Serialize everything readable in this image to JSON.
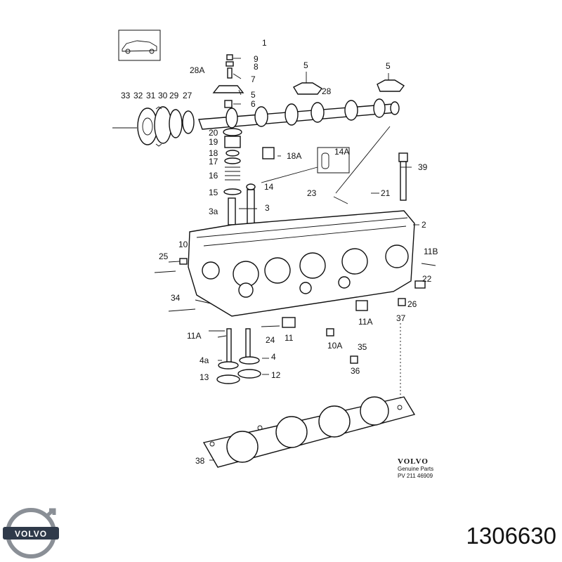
{
  "part_number": "1306630",
  "logo": {
    "wordmark": "VOLVO",
    "icon": "volvo-iron-mark-logo"
  },
  "diagram": {
    "brand_note": {
      "brand": "VOLVO",
      "line1": "Genuine Parts",
      "line2": "PV 211  46909"
    },
    "callouts": {
      "c1": "1",
      "c9": "9",
      "c8": "8",
      "c7": "7",
      "c5a": "5",
      "c6": "6",
      "c28a": "28A",
      "c33": "33",
      "c32": "32",
      "c30": "30",
      "c29": "29",
      "c27": "27",
      "c31": "31",
      "c5b": "5",
      "c5c": "5",
      "c28": "28",
      "c20": "20",
      "c19": "19",
      "c18": "18",
      "c17": "17",
      "c16": "16",
      "c15": "15",
      "c18a": "18A",
      "c14a": "14A",
      "c14": "14",
      "c3a": "3a",
      "c3": "3",
      "c39": "39",
      "c23": "23",
      "c21": "21",
      "c2": "2",
      "c25": "25",
      "c10": "10",
      "c11b": "11B",
      "c22": "22",
      "c26": "26",
      "c34": "34",
      "c11a": "11A",
      "c24": "24",
      "c11": "11",
      "c37": "37",
      "c11a2": "11A",
      "c10a": "10A",
      "c35": "35",
      "c36": "36",
      "c4a": "4a",
      "c4": "4",
      "c13": "13",
      "c12": "12",
      "c38": "38"
    }
  }
}
